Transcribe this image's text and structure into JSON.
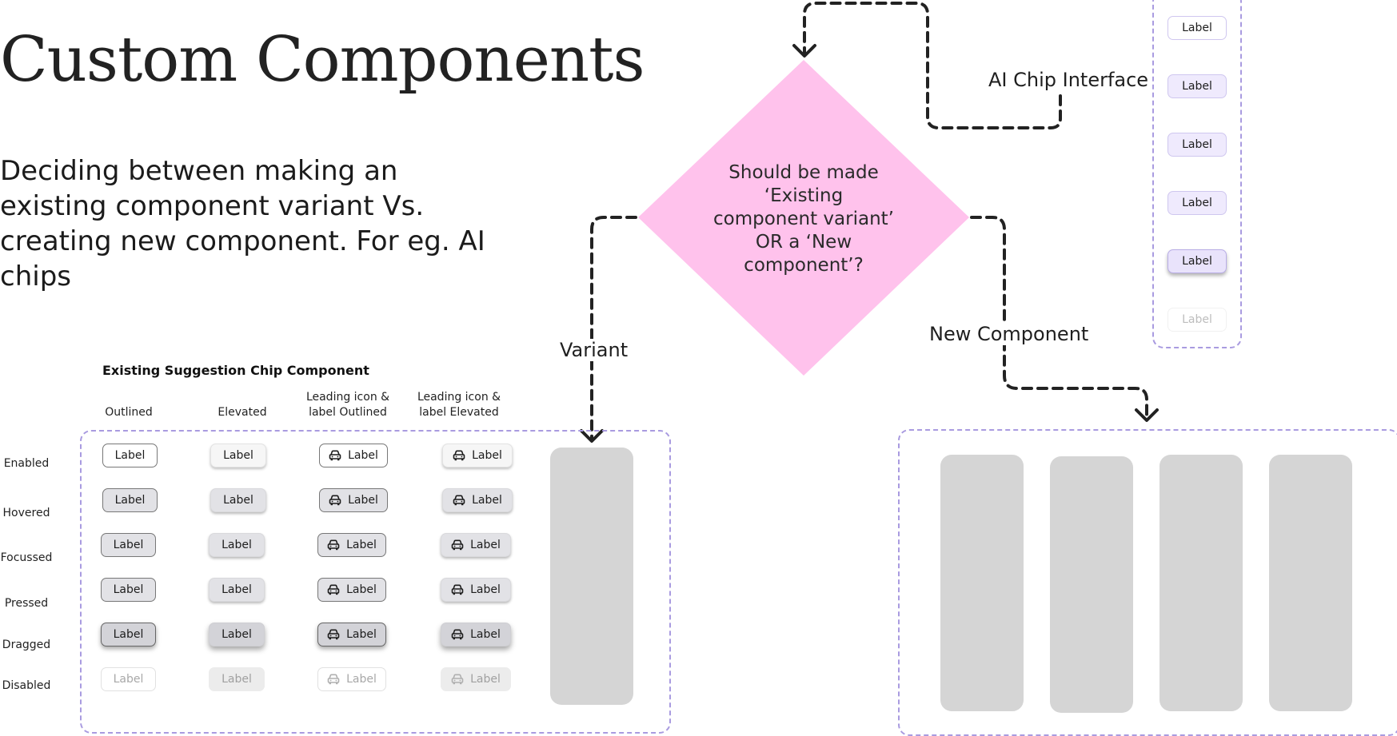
{
  "header": {
    "title": "Custom Components",
    "subtitle": "Deciding between making an existing component variant Vs. creating new component. For eg. AI chips"
  },
  "existing": {
    "section_title": "Existing Suggestion Chip Component",
    "columns": [
      "Outlined",
      "Elevated",
      "Leading icon & label Outlined",
      "Leading icon & label Elevated"
    ],
    "rows": [
      "Enabled",
      "Hovered",
      "Focussed",
      "Pressed",
      "Dragged",
      "Disabled"
    ],
    "chip_label": "Label",
    "chip_icon": "car-icon"
  },
  "flow": {
    "question": "Should be made ‘Existing component variant’ OR a ‘New component’?",
    "variant_label": "Variant",
    "new_component_label": "New Component",
    "interface_label": "AI Chip Interface",
    "question_color": "#ffc2ec"
  },
  "ai_chips": {
    "labels": [
      "Label",
      "Label",
      "Label",
      "Label",
      "Label",
      "Label"
    ]
  },
  "colors": {
    "dashed_border": "#a99be0",
    "placeholder": "#d5d5d5"
  }
}
